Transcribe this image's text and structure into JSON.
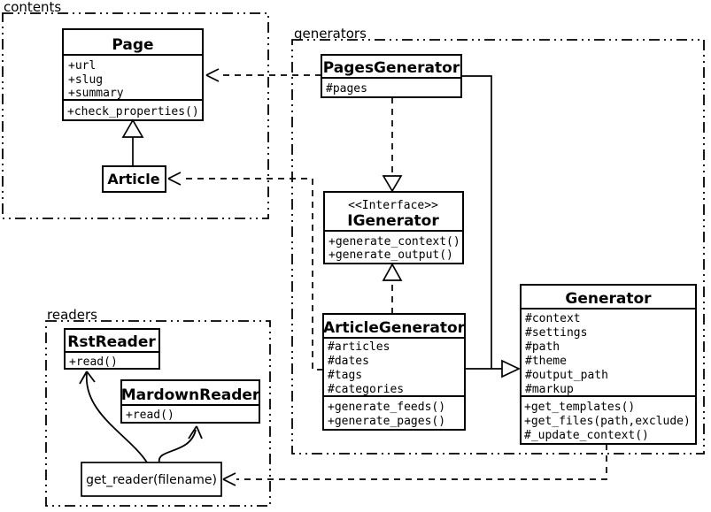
{
  "diagram": {
    "colors": {
      "ink": "#000000",
      "background": "#ffffff"
    },
    "packages": {
      "contents": {
        "label": "contents"
      },
      "generators": {
        "label": "generators"
      },
      "readers": {
        "label": "readers"
      }
    },
    "classes": {
      "page": {
        "name": "Page",
        "attributes": [
          "+url",
          "+slug",
          "+summary"
        ],
        "methods": [
          "+check_properties()"
        ]
      },
      "article": {
        "name": "Article"
      },
      "pagesGenerator": {
        "name": "PagesGenerator",
        "attributes": [
          "#pages"
        ]
      },
      "iGenerator": {
        "stereotype": "<<Interface>>",
        "name": "IGenerator",
        "methods": [
          "+generate_context()",
          "+generate_output()"
        ]
      },
      "articleGenerator": {
        "name": "ArticleGenerator",
        "attributes": [
          "#articles",
          "#dates",
          "#tags",
          "#categories"
        ],
        "methods": [
          "+generate_feeds()",
          "+generate_pages()"
        ]
      },
      "generator": {
        "name": "Generator",
        "attributes": [
          "#context",
          "#settings",
          "#path",
          "#theme",
          "#output_path",
          "#markup"
        ],
        "methods": [
          "+get_templates()",
          "+get_files(path,exclude)",
          "#_update_context()"
        ]
      },
      "rstReader": {
        "name": "RstReader",
        "methods": [
          "+read()"
        ]
      },
      "mardownReader": {
        "name": "MardownReader",
        "methods": [
          "+read()"
        ]
      }
    },
    "functions": {
      "getReader": {
        "label": "get_reader(filename)"
      }
    },
    "relationships": [
      {
        "type": "inheritance",
        "from": "Article",
        "to": "Page"
      },
      {
        "type": "dependency",
        "from": "PagesGenerator",
        "to": "Page"
      },
      {
        "type": "dependency",
        "from": "ArticleGenerator",
        "to": "Article"
      },
      {
        "type": "realization",
        "from": "PagesGenerator",
        "to": "IGenerator"
      },
      {
        "type": "realization",
        "from": "ArticleGenerator",
        "to": "IGenerator"
      },
      {
        "type": "inheritance",
        "from": "PagesGenerator",
        "to": "Generator"
      },
      {
        "type": "inheritance",
        "from": "ArticleGenerator",
        "to": "Generator"
      },
      {
        "type": "dependency",
        "from": "Generator",
        "to": "get_reader(filename)"
      },
      {
        "type": "arrow",
        "from": "get_reader(filename)",
        "to": "RstReader"
      },
      {
        "type": "arrow",
        "from": "get_reader(filename)",
        "to": "MardownReader"
      }
    ]
  }
}
